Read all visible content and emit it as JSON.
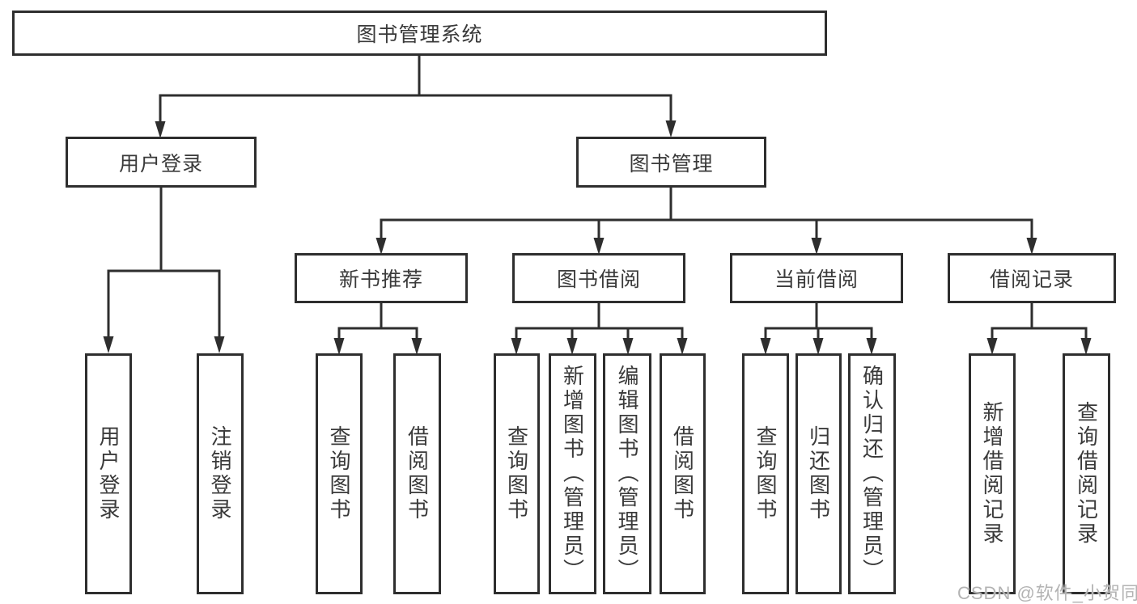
{
  "diagram": {
    "root": {
      "label": "图书管理系统"
    },
    "branches": [
      {
        "label": "用户登录",
        "children": [
          {
            "label": "用户登录"
          },
          {
            "label": "注销登录"
          }
        ]
      },
      {
        "label": "图书管理",
        "groups": [
          {
            "label": "新书推荐",
            "children": [
              {
                "label": "查询图书"
              },
              {
                "label": "借阅图书"
              }
            ]
          },
          {
            "label": "图书借阅",
            "children": [
              {
                "label": "查询图书"
              },
              {
                "label": "新增图书（管理员）"
              },
              {
                "label": "编辑图书（管理员）"
              },
              {
                "label": "借阅图书"
              }
            ]
          },
          {
            "label": "当前借阅",
            "children": [
              {
                "label": "查询图书"
              },
              {
                "label": "归还图书"
              },
              {
                "label": "确认归还（管理员）"
              }
            ]
          },
          {
            "label": "借阅记录",
            "children": [
              {
                "label": "新增借阅记录"
              },
              {
                "label": "查询借阅记录"
              }
            ]
          }
        ]
      }
    ]
  },
  "watermark": {
    "text": "CSDN @软件_小贺同学",
    "color": "#b3b3b3"
  },
  "colors": {
    "line": "#2e2e2e",
    "box_border": "#2e2e2e",
    "text": "#3a3a3a",
    "background": "#ffffff"
  }
}
